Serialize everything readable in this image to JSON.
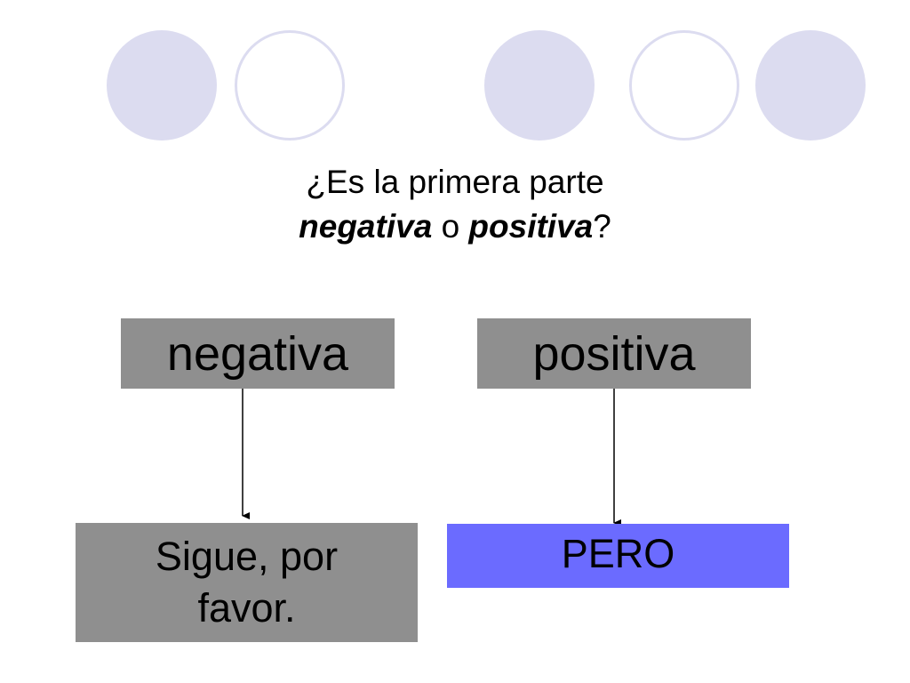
{
  "colors": {
    "circle_fill": "#dcdcf0",
    "box_gray": "#8f8f8f",
    "box_blue": "#6b6bff"
  },
  "question": {
    "line1": "¿Es la primera parte",
    "negative_word": "negativa",
    "connector_word": "o",
    "positive_word": "positiva",
    "end_mark": "?"
  },
  "boxes": {
    "negative": "negativa",
    "positive": "positiva",
    "sigue": "Sigue, por favor.",
    "pero": "PERO"
  }
}
